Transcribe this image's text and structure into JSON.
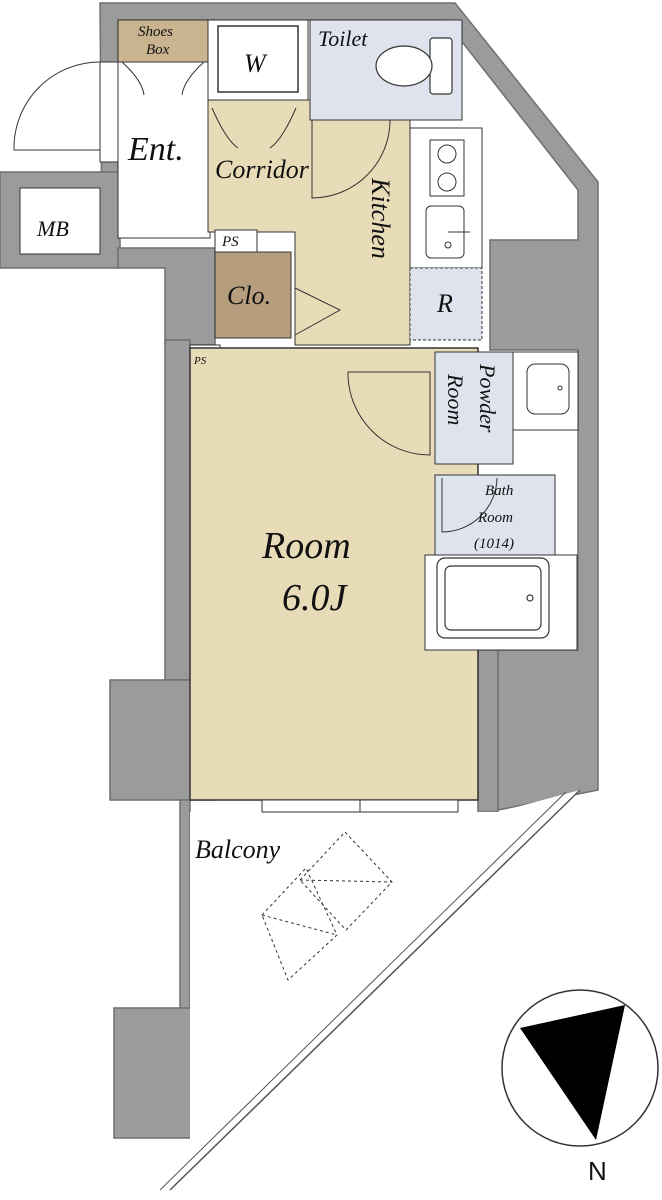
{
  "rooms": {
    "shoes_box_line1": "Shoes",
    "shoes_box_line2": "Box",
    "washer": "W",
    "toilet": "Toilet",
    "entrance": "Ent.",
    "corridor": "Corridor",
    "kitchen": "Kitchen",
    "meter_box": "MB",
    "pipe_space_upper": "PS",
    "pipe_space_lower": "PS",
    "closet": "Clo.",
    "refrigerator": "R",
    "powder_room_line1": "Powder",
    "powder_room_line2": "Room",
    "bath_room_line1": "Bath",
    "bath_room_line2": "Room",
    "bath_room_size": "(1014)",
    "main_room_name": "Room",
    "main_room_size": "6.0J",
    "balcony": "Balcony"
  },
  "compass": {
    "north_label": "N"
  },
  "colors": {
    "wall": "#9b9b9b",
    "wall_edge": "#6f6f6f",
    "floor_room": "#e8dcb8",
    "floor_closet": "#b59d7e",
    "floor_shoes": "#c9b48f",
    "floor_wet": "#dfe3ee",
    "line": "#333333"
  }
}
